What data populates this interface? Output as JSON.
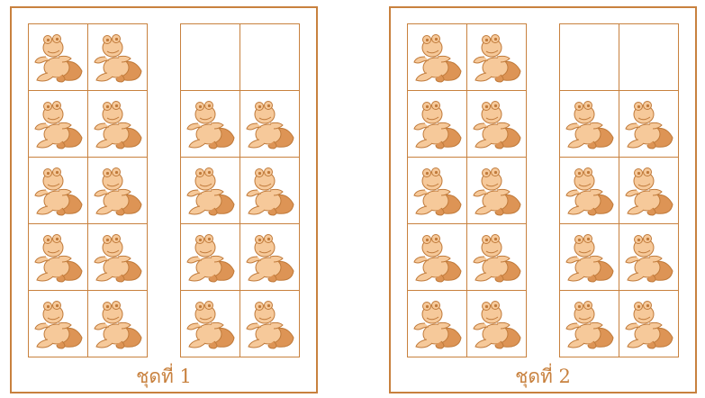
{
  "colors": {
    "border": "#c8813e",
    "frog_light": "#f6c99a",
    "frog_dark": "#dd9455",
    "frog_outline": "#c07a3a"
  },
  "icon": "frog-icon",
  "panels": [
    {
      "caption": "ชุดที่ 1",
      "left_frame": {
        "filled": 10,
        "total": 10
      },
      "right_frame": {
        "filled": 8,
        "total": 10
      }
    },
    {
      "caption": "ชุดที่ 2",
      "left_frame": {
        "filled": 10,
        "total": 10
      },
      "right_frame": {
        "filled": 8,
        "total": 10
      }
    }
  ]
}
